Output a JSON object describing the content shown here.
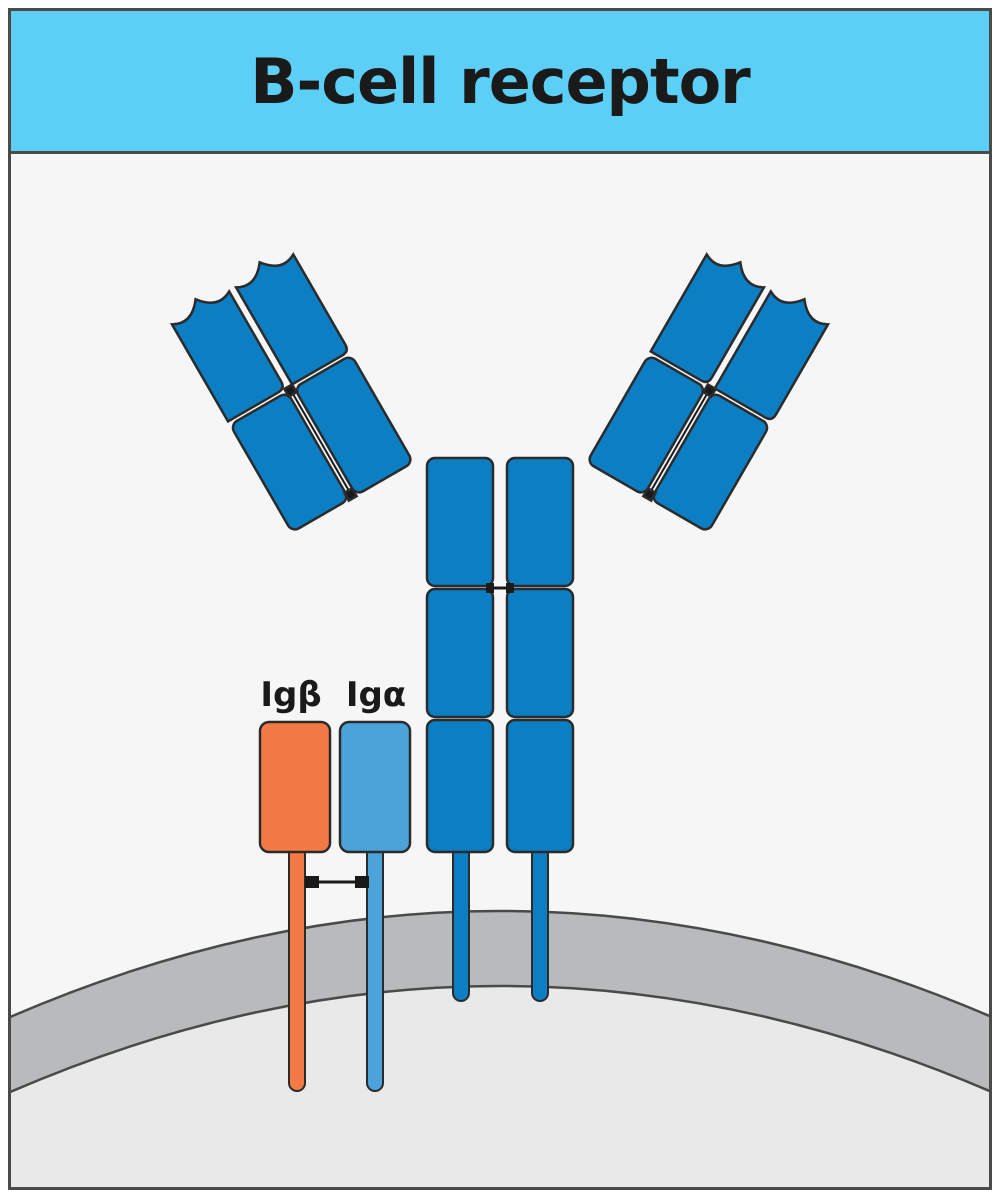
{
  "title": "B-cell receptor",
  "labels": {
    "ig_beta": "Igβ",
    "ig_alpha": "Igα"
  },
  "colors": {
    "header_bg": "#5ccff7",
    "panel_bg": "#f6f6f6",
    "antibody_blue": "#0b7ec4",
    "ig_alpha_blue": "#4ba3da",
    "ig_beta_orange": "#f47a45",
    "membrane_gray": "#b9babc",
    "cytoplasm_gray": "#e9e9ea",
    "outline": "#2b2b2b"
  }
}
